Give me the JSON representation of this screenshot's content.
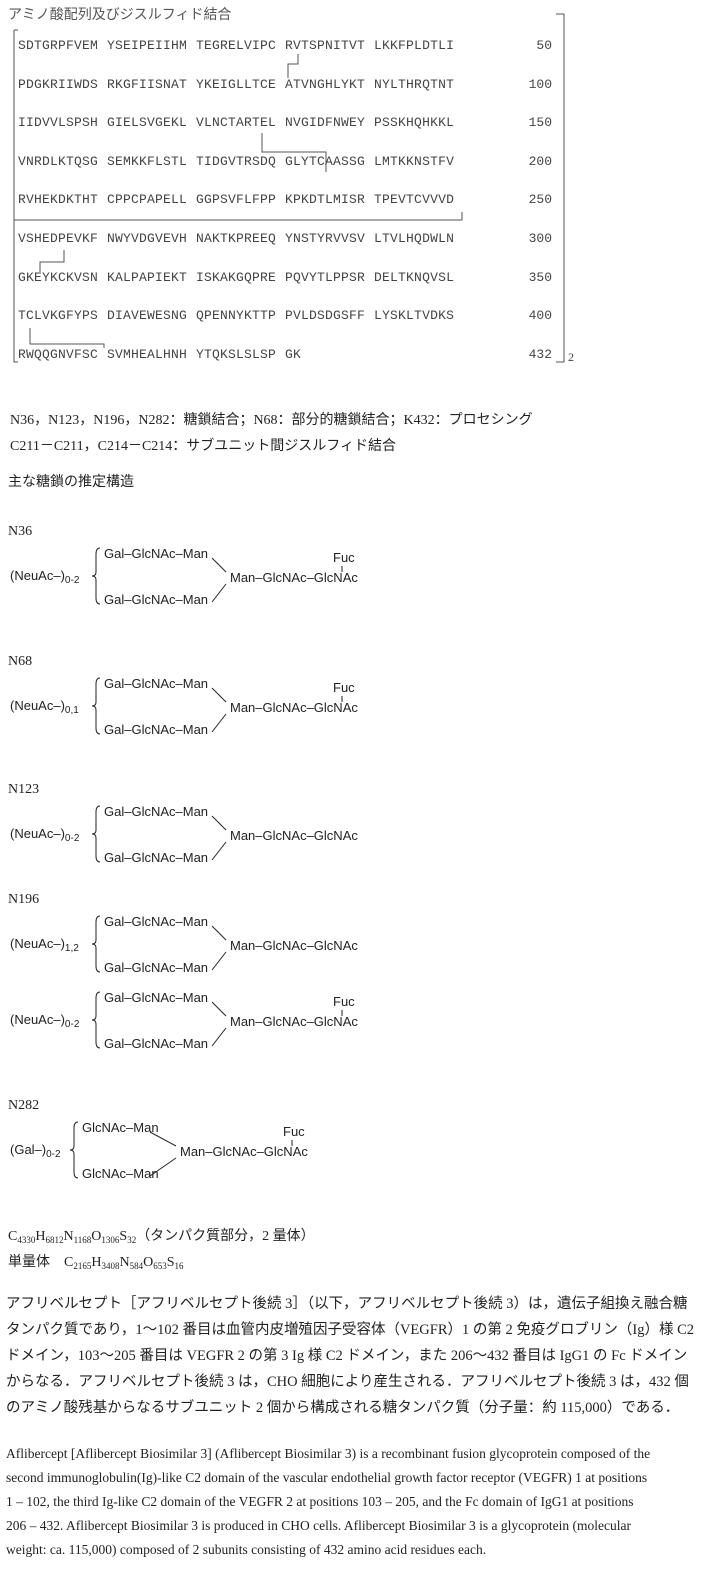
{
  "sequence": {
    "title": "アミノ酸配列及びジスルフィド結合",
    "lines": [
      {
        "text": "SDTGRPFVEM YSEIPEIIHM TEGRELVIPC RVTSPNITVT LKKFPLDTLI",
        "num": "50"
      },
      {
        "text": "PDGKRIIWDS RKGFIISNAT YKEIGLLTCE ATVNGHLYKT NYLTHRQTNT",
        "num": "100"
      },
      {
        "text": "IIDVVLSPSH GIELSVGEKL VLNCTARTEL NVGIDFNWEY PSSKHQHKKL",
        "num": "150"
      },
      {
        "text": "VNRDLKTQSG SEMKKFLSTL TIDGVTRSDQ GLYTCAASSG LMTKKNSTFV",
        "num": "200"
      },
      {
        "text": "RVHEKDKTHT CPPCPAPELL GGPSVFLFPP KPKDTLMISR TPEVTCVVVD",
        "num": "250"
      },
      {
        "text": "VSHEDPEVKF NWYVDGVEVH NAKTKPREEQ YNSTYRVVSV LTVLHQDWLN",
        "num": "300"
      },
      {
        "text": "GKEYKCKVSN KALPAPIEKT ISKAKGQPRE PQVYTLPPSR DELTKNQVSL",
        "num": "350"
      },
      {
        "text": "TCLVKGFYPS DIAVEWESNG QPENNYKTTP PVLDSDGSFF LYSKLTVDKS",
        "num": "400"
      },
      {
        "text": "RWQQGNVFSC SVMHEALHNH YTQKSLSLSP GK",
        "num": "432"
      }
    ],
    "dimer_subscript": "2"
  },
  "annotations": [
    "N36，N123，N196，N282：糖鎖結合；N68：部分的糖鎖結合；K432：プロセシング",
    "C211－C211，C214－C214：サブユニット間ジスルフィド結合"
  ],
  "glycan_heading": "主な糖鎖の推定構造",
  "glycan_labels": {
    "gal_glcnac_man": "Gal–GlcNAc–Man",
    "glcnac_man": "GlcNAc–Man",
    "core": "Man–GlcNAc–GlcNAc",
    "fuc": "Fuc",
    "neuac": "(NeuAc–)",
    "gal": "(Gal–)"
  },
  "glycans": [
    {
      "site": "N36",
      "structures": [
        {
          "sub": "0-2",
          "fuc": true
        }
      ]
    },
    {
      "site": "N68",
      "structures": [
        {
          "sub": "0,1",
          "fuc": true
        }
      ]
    },
    {
      "site": "N123",
      "structures": [
        {
          "sub": "0-2",
          "fuc": false
        }
      ]
    },
    {
      "site": "N196",
      "structures": [
        {
          "sub": "1,2",
          "fuc": false
        },
        {
          "sub": "0-2",
          "fuc": true
        }
      ]
    },
    {
      "site": "N282",
      "structures": [
        {
          "sub": "0-2",
          "fuc": true
        }
      ]
    }
  ],
  "formula": {
    "protein": {
      "C": "4330",
      "H": "6812",
      "N": "1168",
      "O": "1306",
      "S": "32",
      "note": "（タンパク質部分，2 量体）"
    },
    "monomer_label": "単量体",
    "monomer": {
      "C": "2165",
      "H": "3408",
      "N": "584",
      "O": "653",
      "S": "16"
    }
  },
  "description_jp": [
    "アフリベルセプト［アフリベルセプト後続 3］（以下，アフリベルセプト後続 3）は，遺伝子組換え融合糖",
    "タンパク質であり，1～102 番目は血管内皮増殖因子受容体（VEGFR）1 の第 2 免疫グロブリン（Ig）様 C2",
    "ドメイン，103～205 番目は VEGFR 2 の第 3 Ig 様 C2 ドメイン，また 206～432 番目は IgG1 の Fc ドメイン",
    "からなる．アフリベルセプト後続 3 は，CHO 細胞により産生される．アフリベルセプト後続 3 は，432 個",
    "のアミノ酸残基からなるサブユニット 2 個から構成される糖タンパク質（分子量：約 115,000）である．"
  ],
  "description_en": [
    "Aflibercept [Aflibercept Biosimilar 3] (Aflibercept Biosimilar 3) is a recombinant fusion glycoprotein composed of the",
    "second immunoglobulin(Ig)-like C2 domain of the vascular endothelial growth factor receptor (VEGFR) 1 at positions",
    "1 – 102, the third Ig-like C2 domain of the VEGFR 2 at positions 103 – 205, and the Fc domain of IgG1 at positions",
    "206 – 432. Aflibercept Biosimilar 3 is produced in CHO cells. Aflibercept Biosimilar 3 is a glycoprotein (molecular",
    "weight: ca. 115,000) composed of 2 subunits consisting of 432 amino acid residues each."
  ]
}
